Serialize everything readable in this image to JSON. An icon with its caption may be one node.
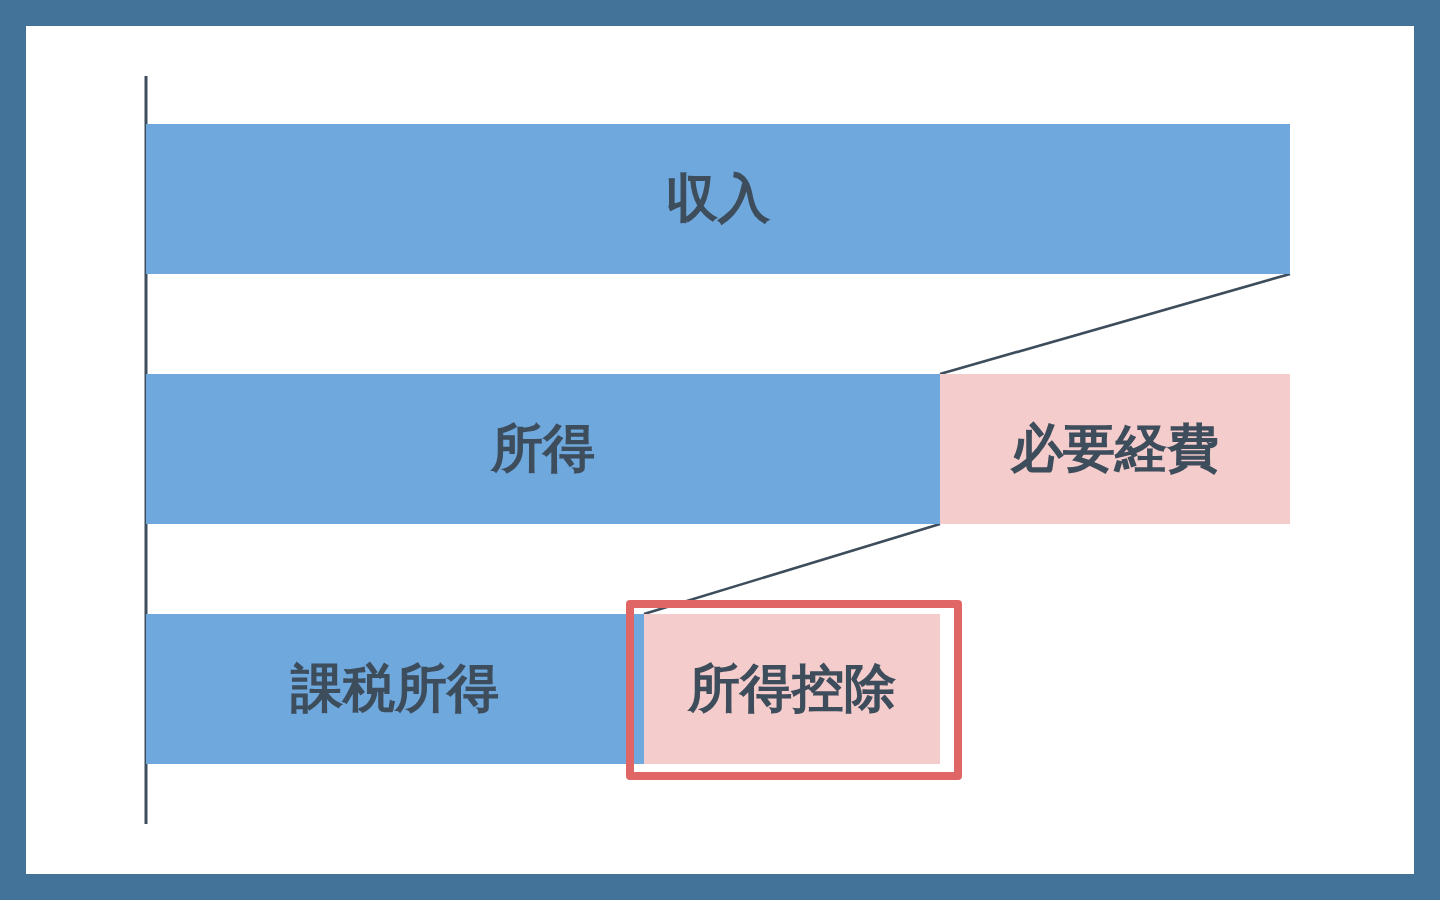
{
  "diagram": {
    "nodes": [
      {
        "text": [
          "収入"
        ]
      },
      {
        "text": [
          "所得"
        ]
      },
      {
        "text": [
          "必要経費"
        ]
      },
      {
        "text": [
          "課税所得"
        ]
      },
      {
        "text": [
          "所得控除"
        ]
      }
    ],
    "edges": [
      {
        "from": 0,
        "to": 1,
        "arrow": "none"
      },
      {
        "from": 1,
        "to": 4,
        "arrow": "none"
      }
    ]
  }
}
